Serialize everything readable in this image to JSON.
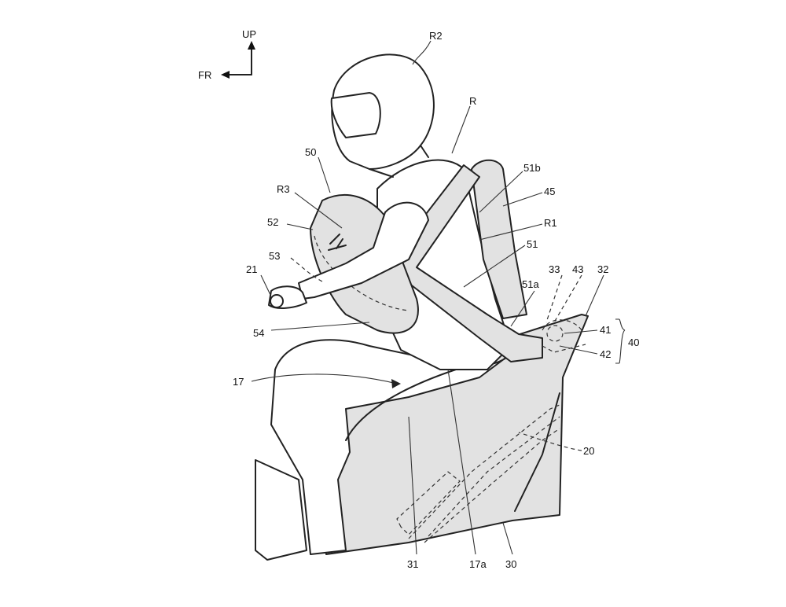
{
  "diagram": {
    "axes": {
      "up": "UP",
      "front": "FR"
    },
    "labels": [
      {
        "id": "R2",
        "text": "R2"
      },
      {
        "id": "R",
        "text": "R"
      },
      {
        "id": "50",
        "text": "50"
      },
      {
        "id": "51b",
        "text": "51b"
      },
      {
        "id": "45",
        "text": "45"
      },
      {
        "id": "R3",
        "text": "R3"
      },
      {
        "id": "R1",
        "text": "R1"
      },
      {
        "id": "52",
        "text": "52"
      },
      {
        "id": "51",
        "text": "51"
      },
      {
        "id": "53",
        "text": "53"
      },
      {
        "id": "33",
        "text": "33"
      },
      {
        "id": "43",
        "text": "43"
      },
      {
        "id": "32",
        "text": "32"
      },
      {
        "id": "21",
        "text": "21"
      },
      {
        "id": "51a",
        "text": "51a"
      },
      {
        "id": "41",
        "text": "41"
      },
      {
        "id": "40",
        "text": "40"
      },
      {
        "id": "54",
        "text": "54"
      },
      {
        "id": "42",
        "text": "42"
      },
      {
        "id": "17",
        "text": "17"
      },
      {
        "id": "20",
        "text": "20"
      },
      {
        "id": "31",
        "text": "31"
      },
      {
        "id": "17a",
        "text": "17a"
      },
      {
        "id": "30",
        "text": "30"
      }
    ]
  }
}
